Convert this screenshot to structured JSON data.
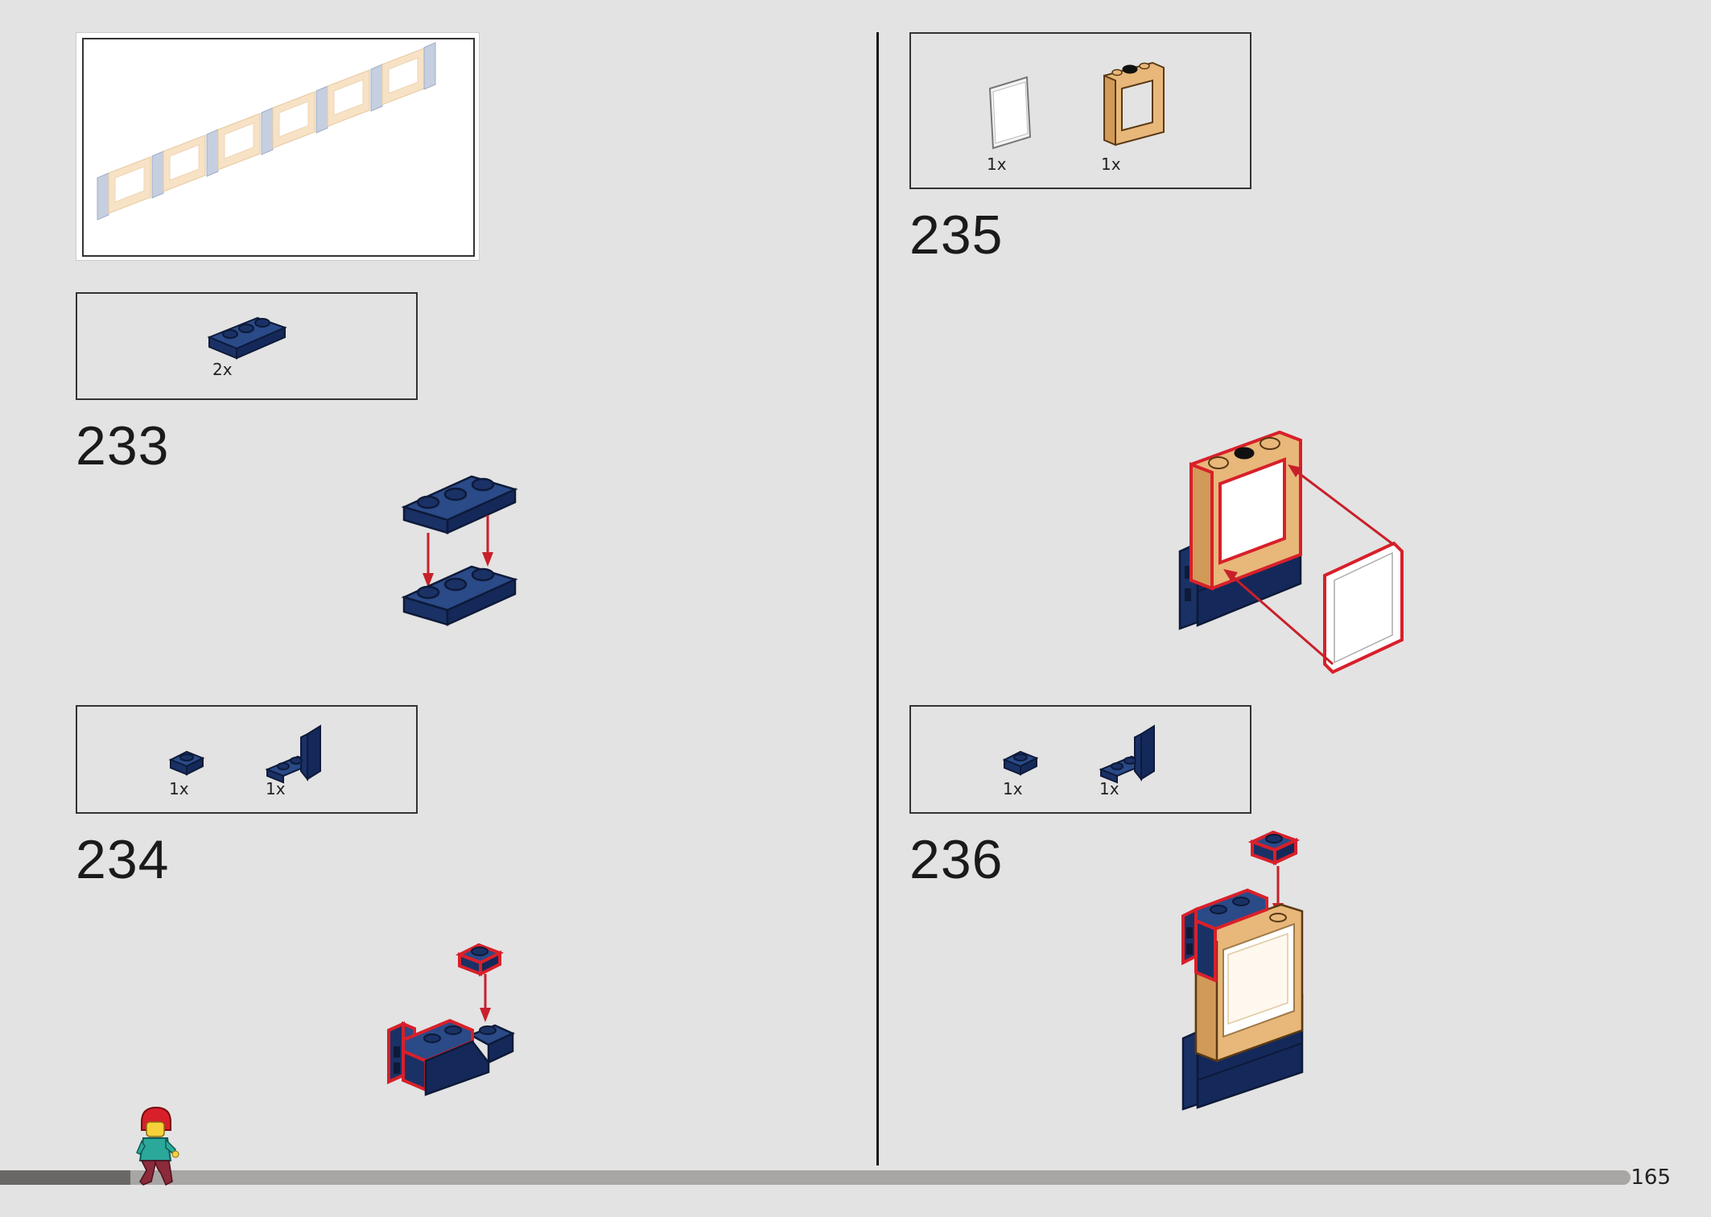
{
  "page": {
    "number": "165"
  },
  "steps": [
    {
      "number": "233",
      "parts": [
        {
          "qty": "2x",
          "icon": "plate-1x3-dark-blue-icon"
        }
      ]
    },
    {
      "number": "234",
      "parts": [
        {
          "qty": "1x",
          "icon": "plate-1x1-dark-blue-icon"
        },
        {
          "qty": "1x",
          "icon": "bracket-dark-blue-icon"
        }
      ]
    },
    {
      "number": "235",
      "parts": [
        {
          "qty": "1x",
          "icon": "glass-pane-icon"
        },
        {
          "qty": "1x",
          "icon": "window-frame-tan-icon"
        }
      ]
    },
    {
      "number": "236",
      "parts": [
        {
          "qty": "1x",
          "icon": "plate-1x1-dark-blue-icon"
        },
        {
          "qty": "1x",
          "icon": "bracket-dark-blue-icon"
        }
      ]
    }
  ],
  "progress": {
    "fraction": 0.08
  },
  "colors": {
    "dark_blue": "#1f3a6e",
    "tan": "#e8b77a",
    "highlight_red": "#d8202a",
    "arrow_red": "#c8202a",
    "background": "#e3e3e3"
  }
}
